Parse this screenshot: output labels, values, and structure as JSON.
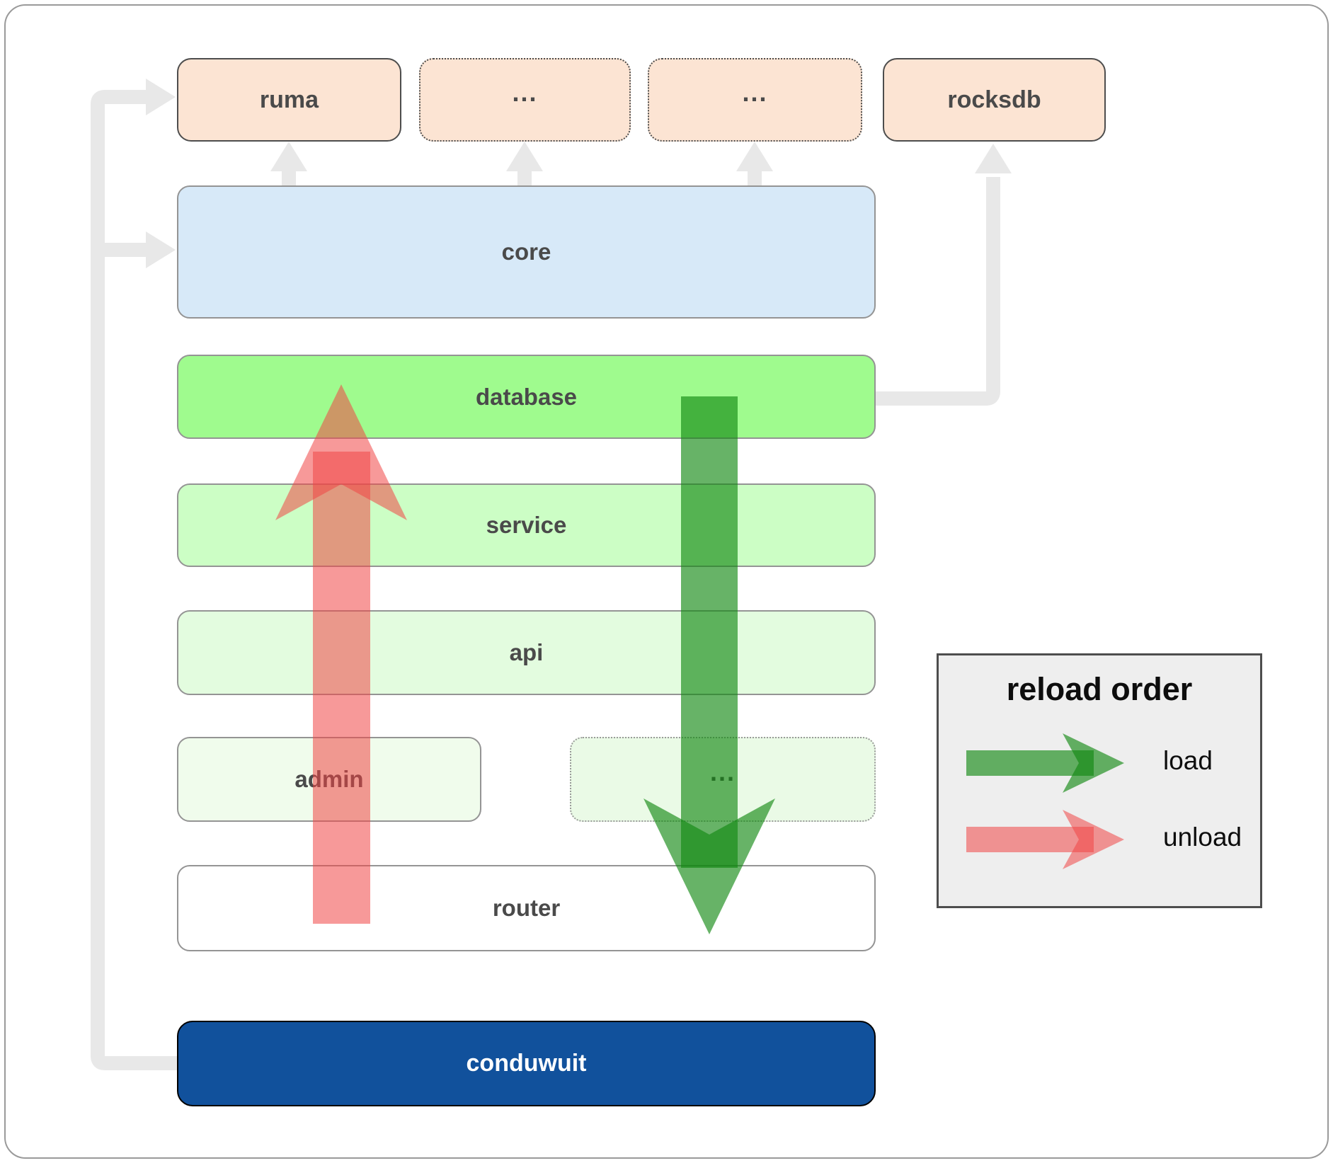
{
  "boxes": {
    "ruma": "ruma",
    "dots_top_left": "...",
    "dots_top_right": "...",
    "rocksdb": "rocksdb",
    "core": "core",
    "database": "database",
    "service": "service",
    "api": "api",
    "admin": "admin",
    "dots_admin": "...",
    "router": "router",
    "conduwuit": "conduwuit"
  },
  "legend": {
    "title": "reload order",
    "items": [
      {
        "label": "load",
        "color_name": "load-green"
      },
      {
        "label": "unload",
        "color_name": "unload-red"
      }
    ]
  },
  "colors": {
    "peach": "#fce4d3",
    "peach_border": "#4d4d4d",
    "core_blue": "#d7e9f8",
    "box_border": "#949494",
    "db_green": "#9ffb8e",
    "service_green": "#ccfec5",
    "api_green": "#e3fcdf",
    "admin_green": "#f0fcec",
    "admin_dots_green": "#eafae6",
    "admin_dots_border": "#9a9a9a",
    "navy": "#11519c",
    "connector": "#e8e8e8",
    "label": "#4a4a4a",
    "legend_bg": "#eeeeee",
    "legend_border": "#4d4d4d",
    "load_fill": "rgba(17,136,17,0.64)",
    "unload_fill": "rgba(240,70,70,0.55)"
  }
}
